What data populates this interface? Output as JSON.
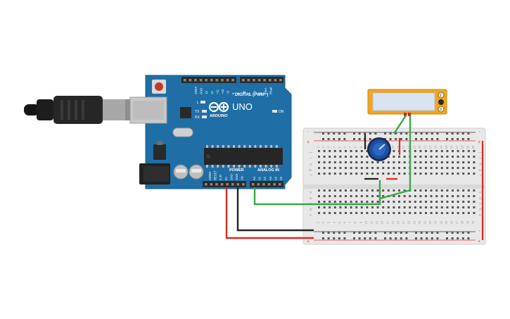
{
  "arduino": {
    "logo_text": "ARDUINO",
    "model": "UNO",
    "digital_label": "DIGITAL (PWM~)",
    "power_label": "POWER",
    "analog_label": "ANALOG IN",
    "on_label": "ON",
    "led_l": "L",
    "led_tx": "TX",
    "led_rx": "RX",
    "top_pins": [
      "AREF",
      "GND",
      "13",
      "12",
      "~11",
      "~10",
      "~9",
      "8",
      "7",
      "~6",
      "~5",
      "4",
      "~3",
      "2",
      "TX▸1",
      "RX◂0"
    ],
    "power_pins": [
      "IOREF",
      "RESET",
      "3.3V",
      "5V",
      "GND",
      "GND",
      "Vin"
    ],
    "analog_pins": [
      "A0",
      "A1",
      "A2",
      "A3",
      "A4",
      "A5"
    ]
  },
  "breadboard": {
    "row_letters_top": [
      "j",
      "i",
      "h",
      "g",
      "f"
    ],
    "row_letters_bottom": [
      "e",
      "d",
      "c",
      "b",
      "a"
    ],
    "column_numbers": [
      "1",
      "2",
      "3",
      "4",
      "5",
      "6",
      "7",
      "8",
      "9",
      "10",
      "11",
      "12",
      "13",
      "14",
      "15",
      "16",
      "17",
      "18",
      "19",
      "20",
      "21",
      "22",
      "23",
      "24",
      "25",
      "26",
      "27",
      "28",
      "29",
      "30"
    ],
    "rail_plus": "+",
    "rail_minus": "-"
  },
  "sensor": {
    "pin_labels": [
      "1",
      "2",
      "3"
    ]
  },
  "colors": {
    "board": "#1f6fa6",
    "breadboard": "#e8e8e8",
    "wire_red": "#e02b1e",
    "wire_black": "#222222",
    "wire_green": "#3aa845",
    "sensor_body": "#f3a51c",
    "pot_knob": "#1e4fa0"
  }
}
